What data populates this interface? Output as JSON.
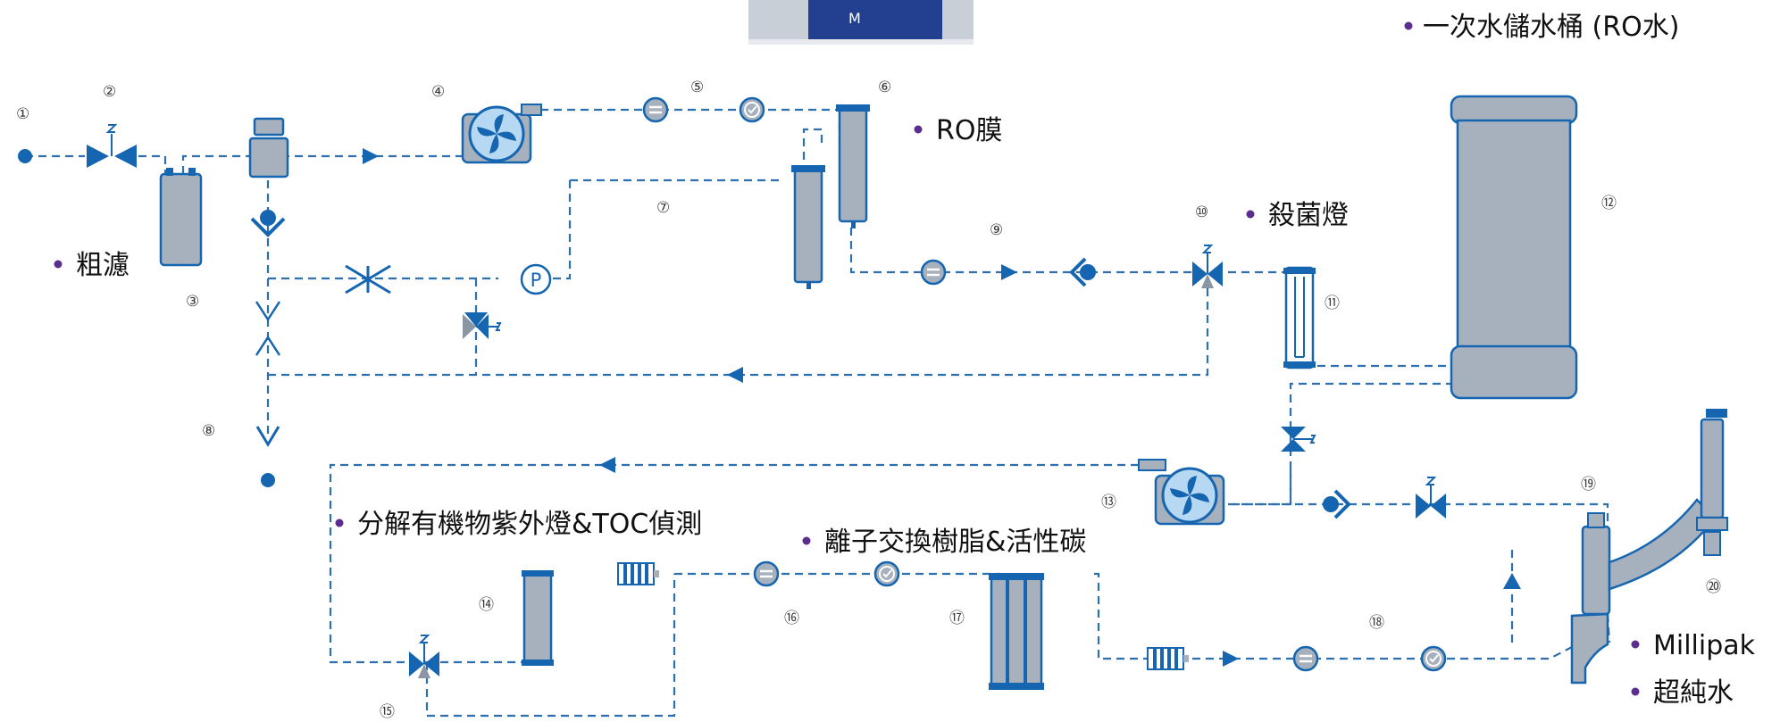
{
  "labels": {
    "ro_tank": "一次水儲水桶 (RO水)",
    "ro_membrane": "RO膜",
    "prefilter": "粗濾",
    "uv_lamp": "殺菌燈",
    "uv_toc": "分解有機物紫外燈&TOC偵測",
    "ion_exchange": "離子交換樹脂&活性碳",
    "millipak": "Millipak",
    "ultrapure": "超純水"
  },
  "nodes": [
    "①",
    "②",
    "③",
    "④",
    "⑤",
    "⑥",
    "⑦",
    "⑧",
    "⑨",
    "⑩",
    "⑪",
    "⑫",
    "⑬",
    "⑭",
    "⑮",
    "⑯",
    "⑰",
    "⑱",
    "⑲",
    "⑳"
  ],
  "colors": {
    "component_blue": "#1565b0",
    "component_grey": "#a7b1bd",
    "pipe": "#2e6fae",
    "bullet": "#5b2d8e"
  },
  "icons": [
    "pump-icon",
    "valve-icon",
    "check-valve-icon",
    "restrictor-icon",
    "pressure-gauge-icon",
    "flow-arrow-icon",
    "uv-lamp-icon",
    "filter-cartridge-icon",
    "storage-tank-icon",
    "dispenser-icon",
    "sensor-icon",
    "conductivity-cell-icon"
  ]
}
